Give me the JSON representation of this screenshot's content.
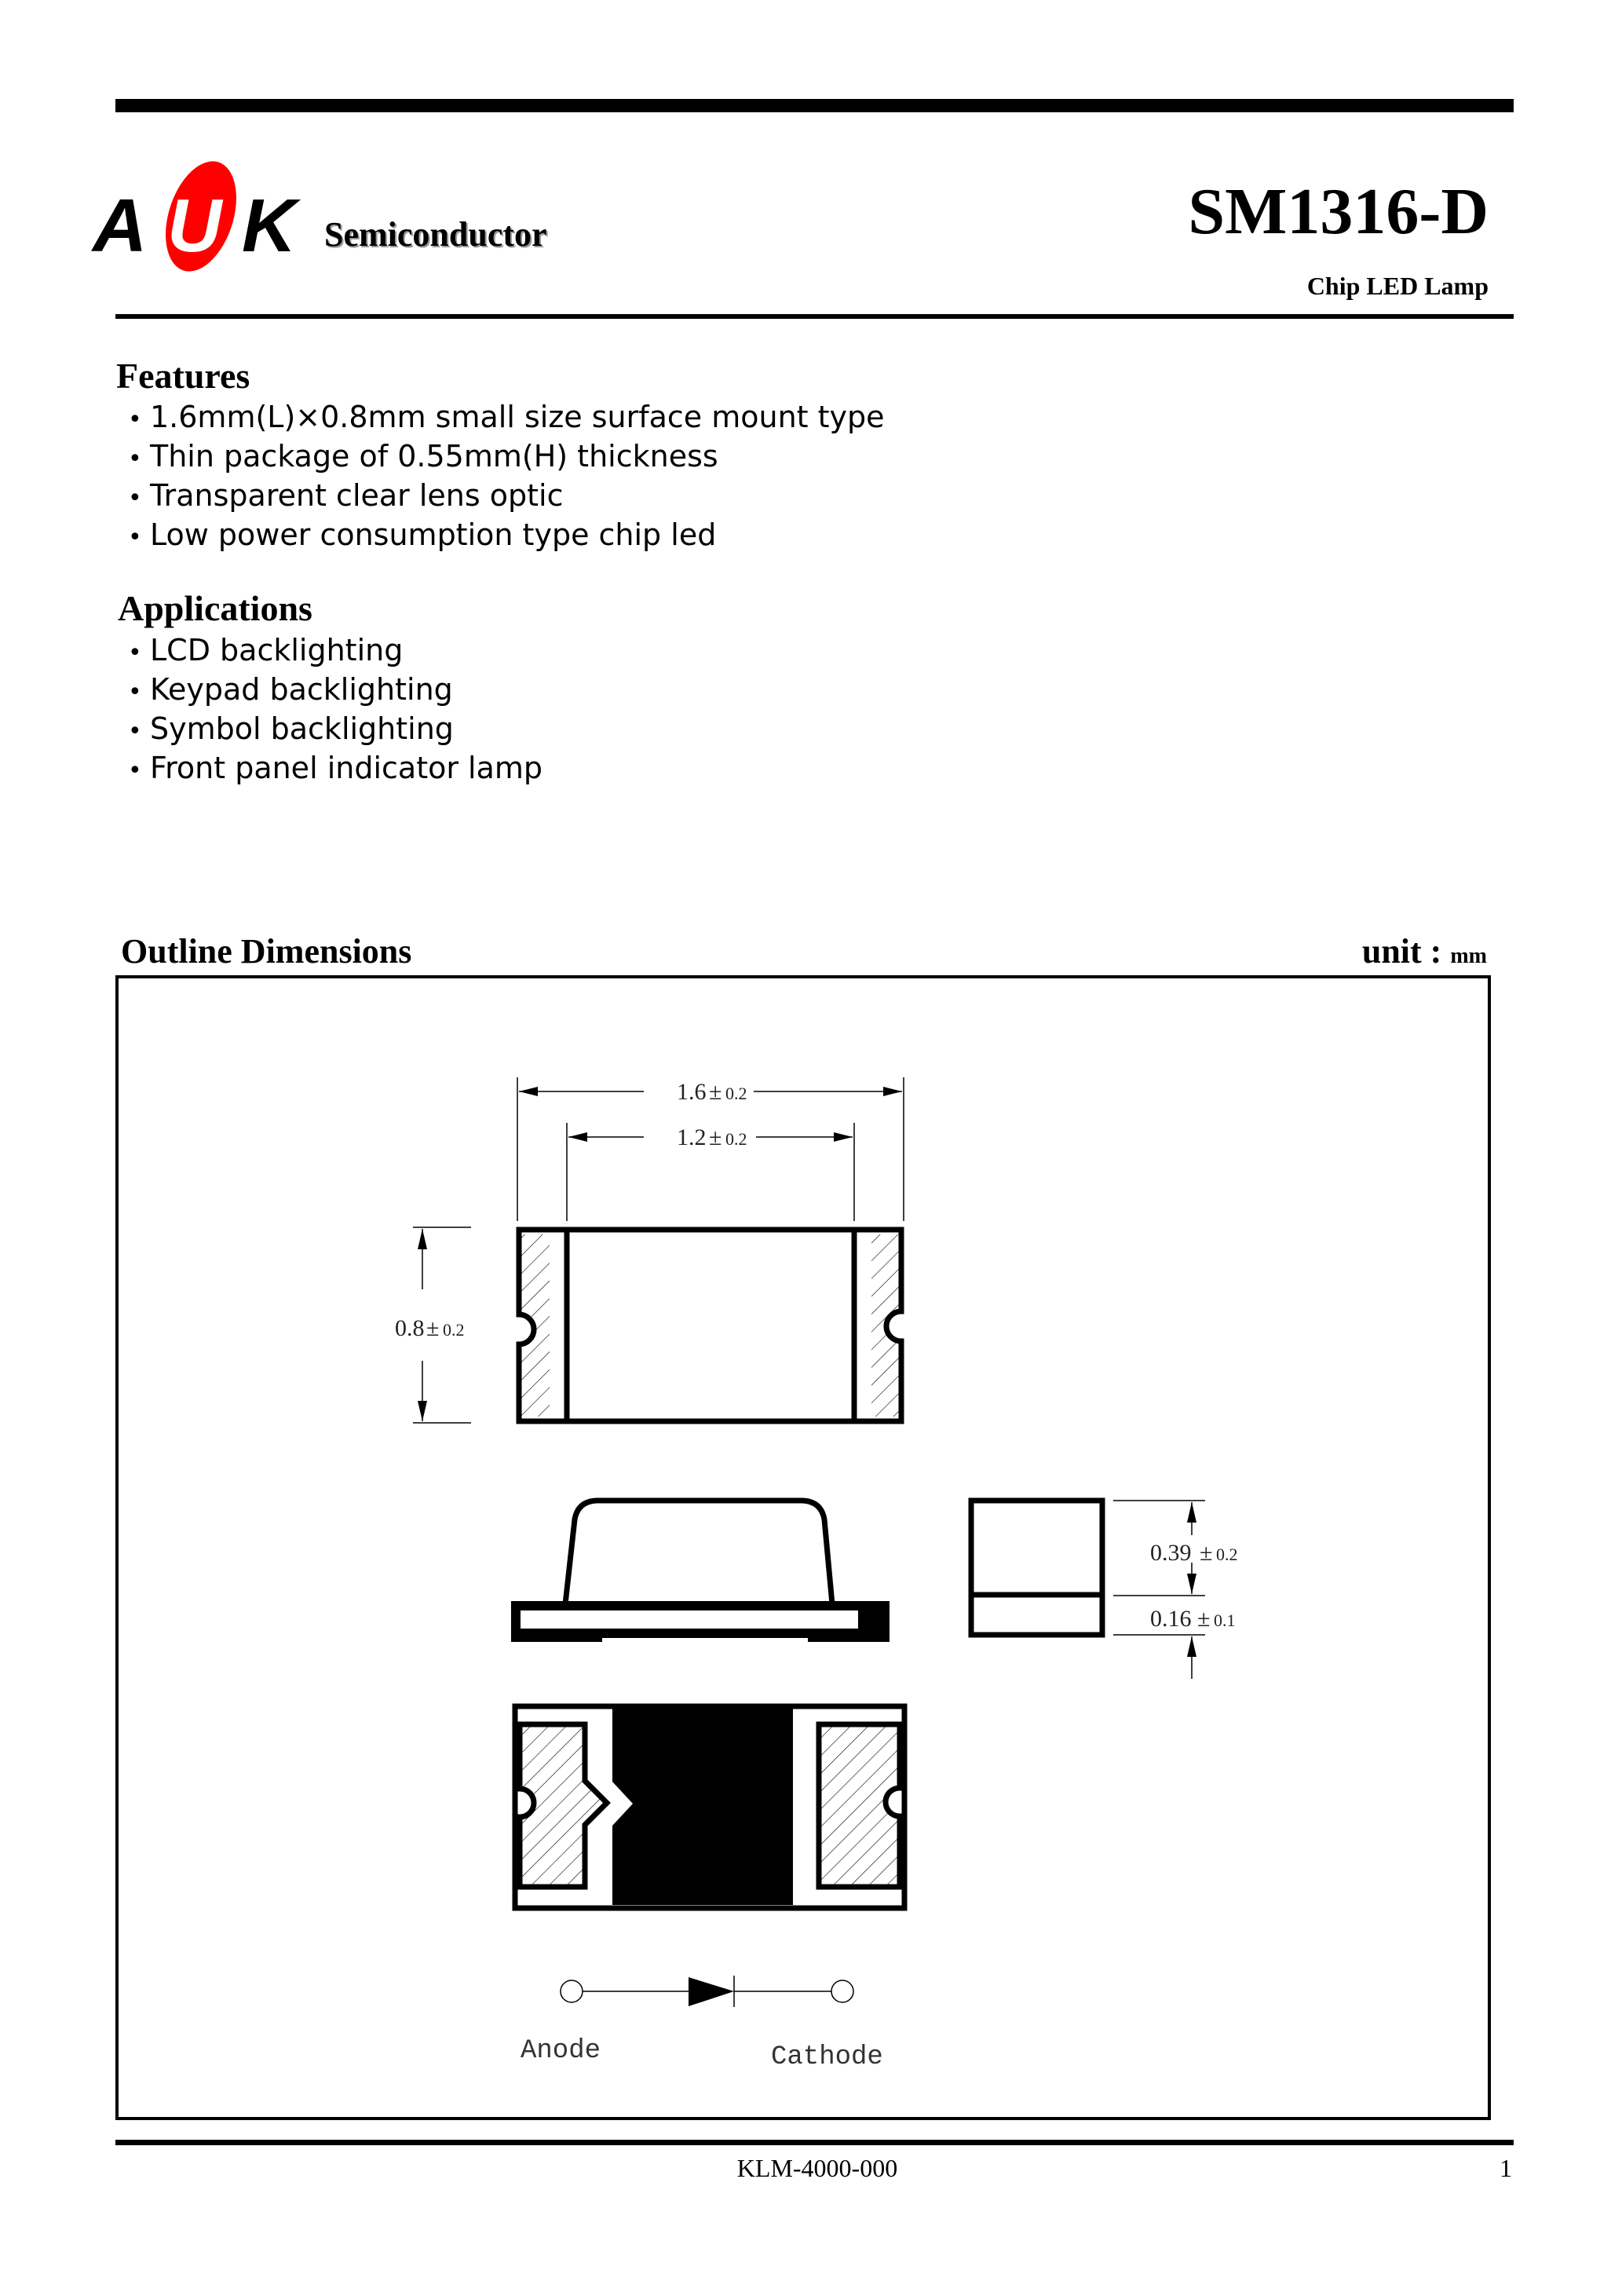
{
  "header": {
    "logo": {
      "letters": [
        "A",
        "U",
        "K"
      ],
      "accent_color": "#ff0000",
      "company": "Semiconductor"
    },
    "part_number": "SM1316-D",
    "product_type": "Chip LED Lamp"
  },
  "features": {
    "title": "Features",
    "items": [
      "1.6mm(L)×0.8mm small size surface mount type",
      "Thin package of 0.55mm(H) thickness",
      "Transparent clear lens optic",
      "Low power consumption type chip led"
    ]
  },
  "applications": {
    "title": "Applications",
    "items": [
      "LCD backlighting",
      "Keypad backlighting",
      "Symbol backlighting",
      "Front panel indicator lamp"
    ]
  },
  "outline": {
    "title": "Outline Dimensions",
    "unit_label": "unit :",
    "unit_value": "mm",
    "dimensions": {
      "length": {
        "value": "1.6",
        "tol": "0.2"
      },
      "inner_length": {
        "value": "1.2",
        "tol": "0.2"
      },
      "width": {
        "value": "0.8",
        "tol": "0.2"
      },
      "lens_height": {
        "value": "0.39",
        "tol": "0.2"
      },
      "base_height": {
        "value": "0.16",
        "tol": "0.1"
      }
    },
    "pm": "±",
    "schematic": {
      "anode": "Anode",
      "cathode": "Cathode"
    }
  },
  "footer": {
    "doc_number": "KLM-4000-000",
    "page": "1"
  }
}
